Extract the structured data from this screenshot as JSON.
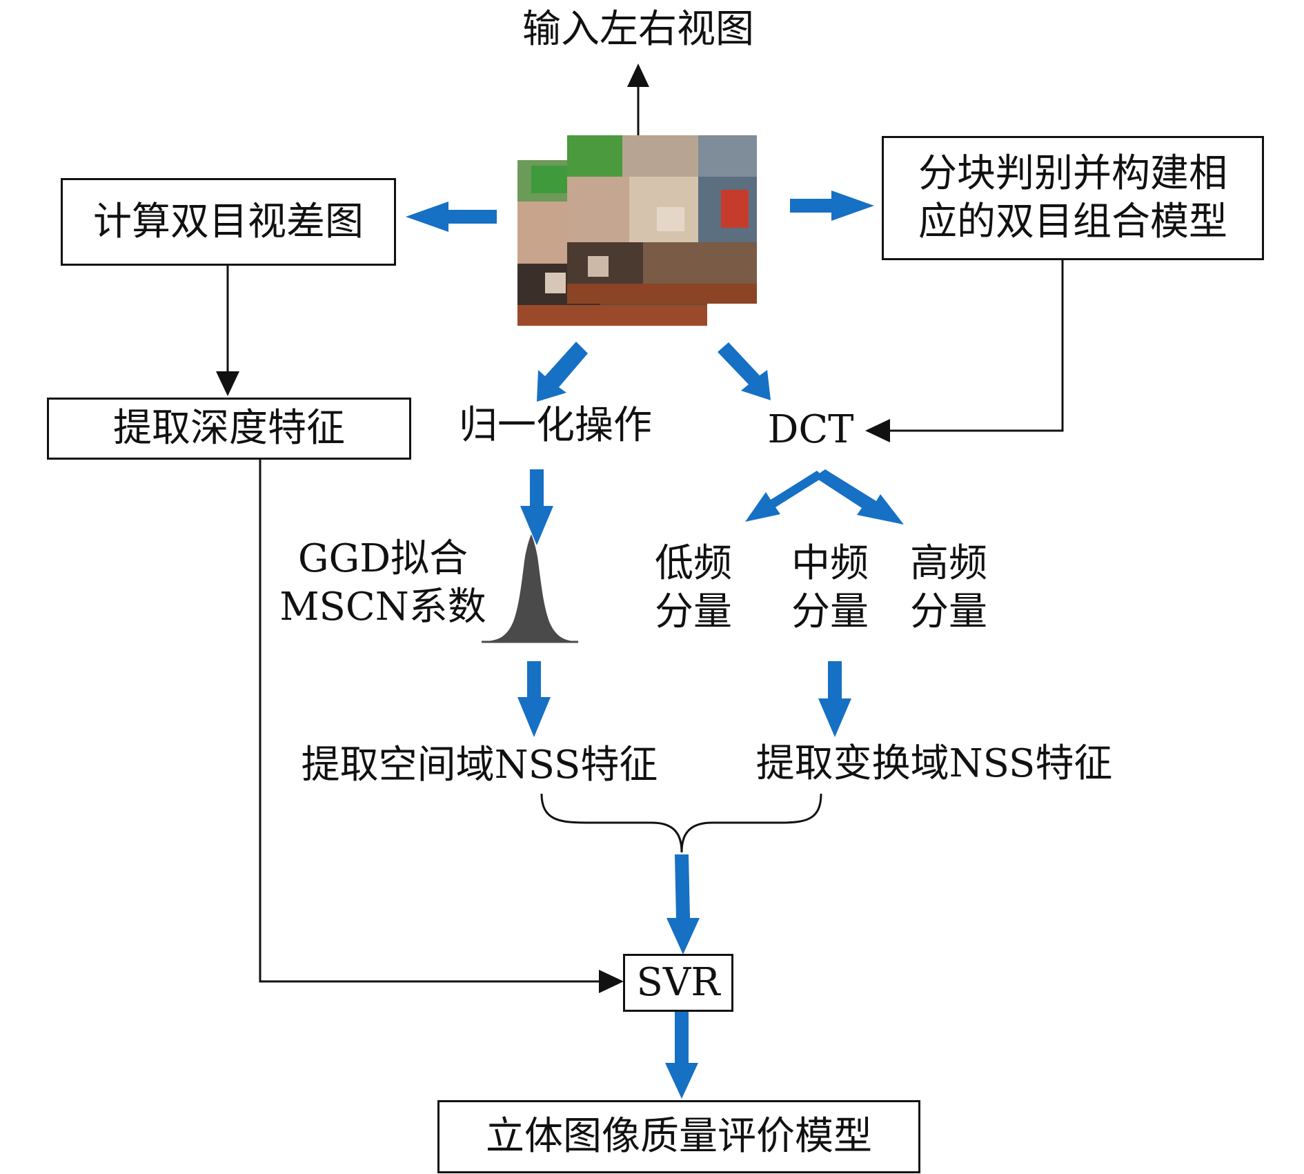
{
  "colors": {
    "stroke": "#111111",
    "accent_arrow": "#1670c4",
    "gaussian_fill": "#4a4a4a"
  },
  "nodes": {
    "input_views": "输入左右视图",
    "compute_disparity": "计算双目视差图",
    "block_model": [
      "分块判别并构建相",
      "应的双目组合模型"
    ],
    "depth_feature": "提取深度特征",
    "normalize": "归一化操作",
    "dct": "DCT",
    "ggd_fit": [
      "GGD拟合",
      "MSCN系数"
    ],
    "low_freq": [
      "低频",
      "分量"
    ],
    "mid_freq": [
      "中频",
      "分量"
    ],
    "high_freq": [
      "高频",
      "分量"
    ],
    "spatial_nss": "提取空间域NSS特征",
    "transform_nss": "提取变换域NSS特征",
    "svr": "SVR",
    "model": "立体图像质量评价模型"
  },
  "icons": {
    "stereo_pair": "stereo-image-pair-thumbnail",
    "gaussian": "gaussian-distribution-icon"
  }
}
